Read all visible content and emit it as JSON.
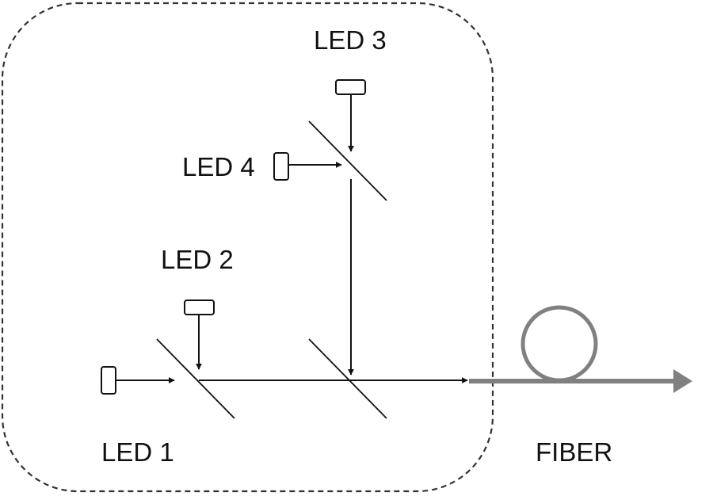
{
  "labels": {
    "led1": "LED 1",
    "led2": "LED 2",
    "led3": "LED 3",
    "led4": "LED 4",
    "fiber": "FIBER"
  },
  "colors": {
    "line": "#111111",
    "fiber": "#808080",
    "border": "#333333",
    "background": "#ffffff"
  }
}
